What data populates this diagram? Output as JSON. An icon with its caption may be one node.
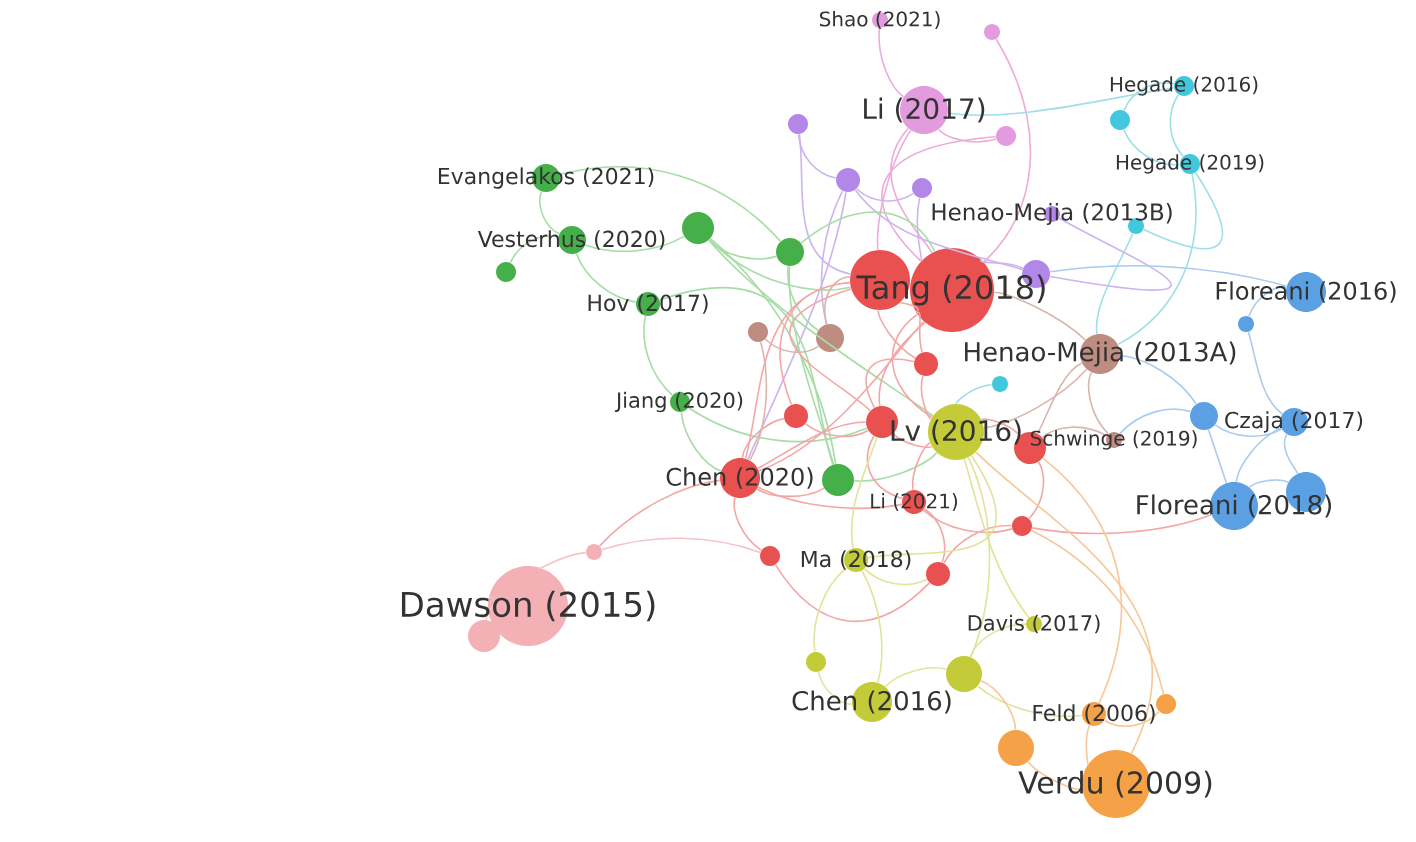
{
  "diagram": {
    "nodes": [
      {
        "text": [
          "Shao (2021)"
        ]
      },
      {
        "text": [],
        "shape": "circle"
      },
      {
        "text": [
          "Hegade (2016)"
        ]
      },
      {
        "text": [
          "Li (2017)"
        ]
      },
      {
        "text": [],
        "shape": "circle"
      },
      {
        "text": [],
        "shape": "circle"
      },
      {
        "text": [],
        "shape": "circle"
      },
      {
        "text": [
          "Hegade (2019)"
        ]
      },
      {
        "text": [
          "Evangelakos (2021)"
        ]
      },
      {
        "text": [],
        "shape": "circle"
      },
      {
        "text": [],
        "shape": "circle"
      },
      {
        "text": [
          "Henao-Mejia (2013B)"
        ]
      },
      {
        "text": [],
        "shape": "circle"
      },
      {
        "text": [],
        "shape": "circle"
      },
      {
        "text": [
          "Vesterhus (2020)"
        ]
      },
      {
        "text": [],
        "shape": "circle"
      },
      {
        "text": [],
        "shape": "circle"
      },
      {
        "text": [],
        "shape": "circle"
      },
      {
        "text": [
          "Tang (2018)"
        ]
      },
      {
        "text": [],
        "shape": "circle"
      },
      {
        "text": [
          "Floreani (2016)"
        ]
      },
      {
        "text": [
          "Hov (2017)"
        ]
      },
      {
        "text": [],
        "shape": "circle"
      },
      {
        "text": [],
        "shape": "circle"
      },
      {
        "text": [],
        "shape": "circle"
      },
      {
        "text": [
          "Henao-Mejia (2013A)"
        ]
      },
      {
        "text": [],
        "shape": "circle"
      },
      {
        "text": [],
        "shape": "circle"
      },
      {
        "text": [
          "Jiang (2020)"
        ]
      },
      {
        "text": [],
        "shape": "circle"
      },
      {
        "text": [],
        "shape": "circle"
      },
      {
        "text": [
          "Lv (2016)"
        ]
      },
      {
        "text": [],
        "shape": "circle"
      },
      {
        "text": [
          "Czaja (2017)"
        ]
      },
      {
        "text": [],
        "shape": "circle"
      },
      {
        "text": [
          "Schwinge (2019)"
        ]
      },
      {
        "text": [
          "Chen (2020)"
        ]
      },
      {
        "text": [],
        "shape": "circle"
      },
      {
        "text": [
          "Li (2021)"
        ]
      },
      {
        "text": [],
        "shape": "circle"
      },
      {
        "text": [
          "Floreani (2018)"
        ]
      },
      {
        "text": [],
        "shape": "circle"
      },
      {
        "text": [],
        "shape": "circle"
      },
      {
        "text": [
          "Ma (2018)"
        ]
      },
      {
        "text": [],
        "shape": "circle"
      },
      {
        "text": [],
        "shape": "circle"
      },
      {
        "text": [
          "Dawson (2015)"
        ]
      },
      {
        "text": [],
        "shape": "circle"
      },
      {
        "text": [
          "Davis (2017)"
        ]
      },
      {
        "text": [],
        "shape": "circle"
      },
      {
        "text": [],
        "shape": "circle"
      },
      {
        "text": [
          "Chen (2016)"
        ]
      },
      {
        "text": [],
        "shape": "circle"
      },
      {
        "text": [
          "Feld (2006)"
        ]
      },
      {
        "text": [],
        "shape": "circle"
      },
      {
        "text": [
          "Verdu (2009)"
        ]
      }
    ],
    "edges": [
      {
        "from": 0,
        "to": 3,
        "arrow": "none",
        "color": "#eeaad8"
      },
      {
        "from": 1,
        "to": 18,
        "arrow": "none",
        "color": "#eeaad8"
      },
      {
        "from": 3,
        "to": 18,
        "arrow": "none",
        "color": "#eeaad8"
      },
      {
        "from": 3,
        "to": 17,
        "arrow": "none",
        "color": "#eeaad8"
      },
      {
        "from": 3,
        "to": 6,
        "arrow": "none",
        "color": "#eeaad8"
      },
      {
        "from": 6,
        "to": 18,
        "arrow": "none",
        "color": "#eeaad8"
      },
      {
        "from": 3,
        "to": 2,
        "arrow": "none",
        "color": "#9edfe9"
      },
      {
        "from": 2,
        "to": 4,
        "arrow": "none",
        "color": "#9edfe9"
      },
      {
        "from": 2,
        "to": 7,
        "arrow": "none",
        "color": "#9edfe9"
      },
      {
        "from": 4,
        "to": 7,
        "arrow": "none",
        "color": "#9edfe9"
      },
      {
        "from": 7,
        "to": 12,
        "arrow": "none",
        "color": "#9edfe9"
      },
      {
        "from": 7,
        "to": 25,
        "arrow": "none",
        "color": "#9edfe9"
      },
      {
        "from": 26,
        "to": 31,
        "arrow": "none",
        "color": "#9edfe9"
      },
      {
        "from": 12,
        "to": 25,
        "arrow": "none",
        "color": "#9edfe9"
      },
      {
        "from": 5,
        "to": 9,
        "arrow": "none",
        "color": "#cdb4ef"
      },
      {
        "from": 5,
        "to": 17,
        "arrow": "none",
        "color": "#cdb4ef"
      },
      {
        "from": 9,
        "to": 10,
        "arrow": "none",
        "color": "#cdb4ef"
      },
      {
        "from": 9,
        "to": 24,
        "arrow": "none",
        "color": "#cdb4ef"
      },
      {
        "from": 9,
        "to": 19,
        "arrow": "none",
        "color": "#cdb4ef"
      },
      {
        "from": 11,
        "to": 19,
        "arrow": "none",
        "color": "#cdb4ef"
      },
      {
        "from": 19,
        "to": 18,
        "arrow": "none",
        "color": "#cdb4ef"
      },
      {
        "from": 10,
        "to": 18,
        "arrow": "none",
        "color": "#cdb4ef"
      },
      {
        "from": 9,
        "to": 36,
        "arrow": "none",
        "color": "#cdb4ef"
      },
      {
        "from": 8,
        "to": 14,
        "arrow": "none",
        "color": "#a6dca6"
      },
      {
        "from": 14,
        "to": 16,
        "arrow": "none",
        "color": "#a6dca6"
      },
      {
        "from": 14,
        "to": 13,
        "arrow": "none",
        "color": "#a6dca6"
      },
      {
        "from": 13,
        "to": 15,
        "arrow": "none",
        "color": "#a6dca6"
      },
      {
        "from": 13,
        "to": 17,
        "arrow": "none",
        "color": "#a6dca6"
      },
      {
        "from": 15,
        "to": 18,
        "arrow": "none",
        "color": "#a6dca6"
      },
      {
        "from": 14,
        "to": 21,
        "arrow": "none",
        "color": "#a6dca6"
      },
      {
        "from": 21,
        "to": 28,
        "arrow": "none",
        "color": "#a6dca6"
      },
      {
        "from": 21,
        "to": 37,
        "arrow": "none",
        "color": "#a6dca6"
      },
      {
        "from": 13,
        "to": 37,
        "arrow": "none",
        "color": "#a6dca6"
      },
      {
        "from": 15,
        "to": 37,
        "arrow": "none",
        "color": "#a6dca6"
      },
      {
        "from": 28,
        "to": 36,
        "arrow": "none",
        "color": "#a6dca6"
      },
      {
        "from": 28,
        "to": 30,
        "arrow": "none",
        "color": "#a6dca6"
      },
      {
        "from": 15,
        "to": 24,
        "arrow": "none",
        "color": "#a6dca6"
      },
      {
        "from": 37,
        "to": 31,
        "arrow": "none",
        "color": "#a6dca6"
      },
      {
        "from": 13,
        "to": 31,
        "arrow": "none",
        "color": "#a6dca6"
      },
      {
        "from": 8,
        "to": 15,
        "arrow": "none",
        "color": "#a6dca6"
      },
      {
        "from": 23,
        "to": 24,
        "arrow": "none",
        "color": "#d9b6ab"
      },
      {
        "from": 24,
        "to": 17,
        "arrow": "none",
        "color": "#d9b6ab"
      },
      {
        "from": 25,
        "to": 18,
        "arrow": "none",
        "color": "#d9b6ab"
      },
      {
        "from": 25,
        "to": 34,
        "arrow": "none",
        "color": "#d9b6ab"
      },
      {
        "from": 25,
        "to": 35,
        "arrow": "none",
        "color": "#d9b6ab"
      },
      {
        "from": 25,
        "to": 31,
        "arrow": "none",
        "color": "#d9b6ab"
      },
      {
        "from": 23,
        "to": 36,
        "arrow": "none",
        "color": "#d9b6ab"
      },
      {
        "from": 35,
        "to": 34,
        "arrow": "none",
        "color": "#d9b6ab"
      },
      {
        "from": 20,
        "to": 22,
        "arrow": "none",
        "color": "#a8cbef"
      },
      {
        "from": 22,
        "to": 33,
        "arrow": "none",
        "color": "#a8cbef"
      },
      {
        "from": 32,
        "to": 33,
        "arrow": "none",
        "color": "#a8cbef"
      },
      {
        "from": 32,
        "to": 40,
        "arrow": "none",
        "color": "#a8cbef"
      },
      {
        "from": 33,
        "to": 39,
        "arrow": "none",
        "color": "#a8cbef"
      },
      {
        "from": 39,
        "to": 40,
        "arrow": "none",
        "color": "#a8cbef"
      },
      {
        "from": 32,
        "to": 25,
        "arrow": "none",
        "color": "#a8cbef"
      },
      {
        "from": 33,
        "to": 40,
        "arrow": "none",
        "color": "#a8cbef"
      },
      {
        "from": 32,
        "to": 35,
        "arrow": "none",
        "color": "#a8cbef"
      },
      {
        "from": 20,
        "to": 19,
        "arrow": "none",
        "color": "#a8cbef"
      },
      {
        "from": 17,
        "to": 18,
        "arrow": "none"
      },
      {
        "from": 17,
        "to": 30,
        "arrow": "none"
      },
      {
        "from": 17,
        "to": 27,
        "arrow": "none"
      },
      {
        "from": 18,
        "to": 27,
        "arrow": "none"
      },
      {
        "from": 18,
        "to": 31,
        "arrow": "none"
      },
      {
        "from": 18,
        "to": 30,
        "arrow": "none"
      },
      {
        "from": 17,
        "to": 36,
        "arrow": "none"
      },
      {
        "from": 18,
        "to": 36,
        "arrow": "none"
      },
      {
        "from": 30,
        "to": 31,
        "arrow": "none"
      },
      {
        "from": 30,
        "to": 36,
        "arrow": "none"
      },
      {
        "from": 29,
        "to": 30,
        "arrow": "none"
      },
      {
        "from": 29,
        "to": 36,
        "arrow": "none"
      },
      {
        "from": 29,
        "to": 17,
        "arrow": "none"
      },
      {
        "from": 27,
        "to": 31,
        "arrow": "none"
      },
      {
        "from": 30,
        "to": 38,
        "arrow": "none"
      },
      {
        "from": 31,
        "to": 38,
        "arrow": "none"
      },
      {
        "from": 36,
        "to": 38,
        "arrow": "none"
      },
      {
        "from": 36,
        "to": 42,
        "arrow": "none"
      },
      {
        "from": 42,
        "to": 45,
        "arrow": "none"
      },
      {
        "from": 38,
        "to": 45,
        "arrow": "none"
      },
      {
        "from": 34,
        "to": 41,
        "arrow": "none"
      },
      {
        "from": 41,
        "to": 45,
        "arrow": "none"
      },
      {
        "from": 41,
        "to": 40,
        "arrow": "none"
      },
      {
        "from": 34,
        "to": 31,
        "arrow": "none"
      },
      {
        "from": 36,
        "to": 44,
        "arrow": "none"
      },
      {
        "from": 36,
        "to": 37,
        "arrow": "none"
      },
      {
        "from": 38,
        "to": 41,
        "arrow": "none"
      },
      {
        "from": 27,
        "to": 30,
        "arrow": "none"
      },
      {
        "from": 44,
        "to": 46,
        "arrow": "none",
        "color": "#f5c3c6"
      },
      {
        "from": 46,
        "to": 47,
        "arrow": "none",
        "color": "#f5c3c6"
      },
      {
        "from": 44,
        "to": 42,
        "arrow": "none",
        "color": "#f5c3c6"
      },
      {
        "from": 43,
        "to": 31,
        "arrow": "none",
        "color": "#e2e39a"
      },
      {
        "from": 43,
        "to": 49,
        "arrow": "none",
        "color": "#e2e39a"
      },
      {
        "from": 49,
        "to": 51,
        "arrow": "none",
        "color": "#e2e39a"
      },
      {
        "from": 50,
        "to": 51,
        "arrow": "none",
        "color": "#e2e39a"
      },
      {
        "from": 50,
        "to": 31,
        "arrow": "none",
        "color": "#e2e39a"
      },
      {
        "from": 48,
        "to": 50,
        "arrow": "none",
        "color": "#e2e39a"
      },
      {
        "from": 48,
        "to": 31,
        "arrow": "none",
        "color": "#e2e39a"
      },
      {
        "from": 43,
        "to": 45,
        "arrow": "none",
        "color": "#e2e39a"
      },
      {
        "from": 50,
        "to": 53,
        "arrow": "none",
        "color": "#e2e39a"
      },
      {
        "from": 43,
        "to": 30,
        "arrow": "none",
        "color": "#e2e39a"
      },
      {
        "from": 51,
        "to": 43,
        "arrow": "none",
        "color": "#e2e39a"
      },
      {
        "from": 54,
        "to": 55,
        "arrow": "none",
        "color": "#f6c898"
      },
      {
        "from": 53,
        "to": 52,
        "arrow": "none",
        "color": "#f6c898"
      },
      {
        "from": 53,
        "to": 55,
        "arrow": "none",
        "color": "#f6c898"
      },
      {
        "from": 54,
        "to": 50,
        "arrow": "none",
        "color": "#f6c898"
      },
      {
        "from": 55,
        "to": 31,
        "arrow": "none",
        "color": "#f6c898"
      },
      {
        "from": 53,
        "to": 34,
        "arrow": "none",
        "color": "#f6c898"
      },
      {
        "from": 52,
        "to": 41,
        "arrow": "none",
        "color": "#f6c898"
      }
    ]
  }
}
